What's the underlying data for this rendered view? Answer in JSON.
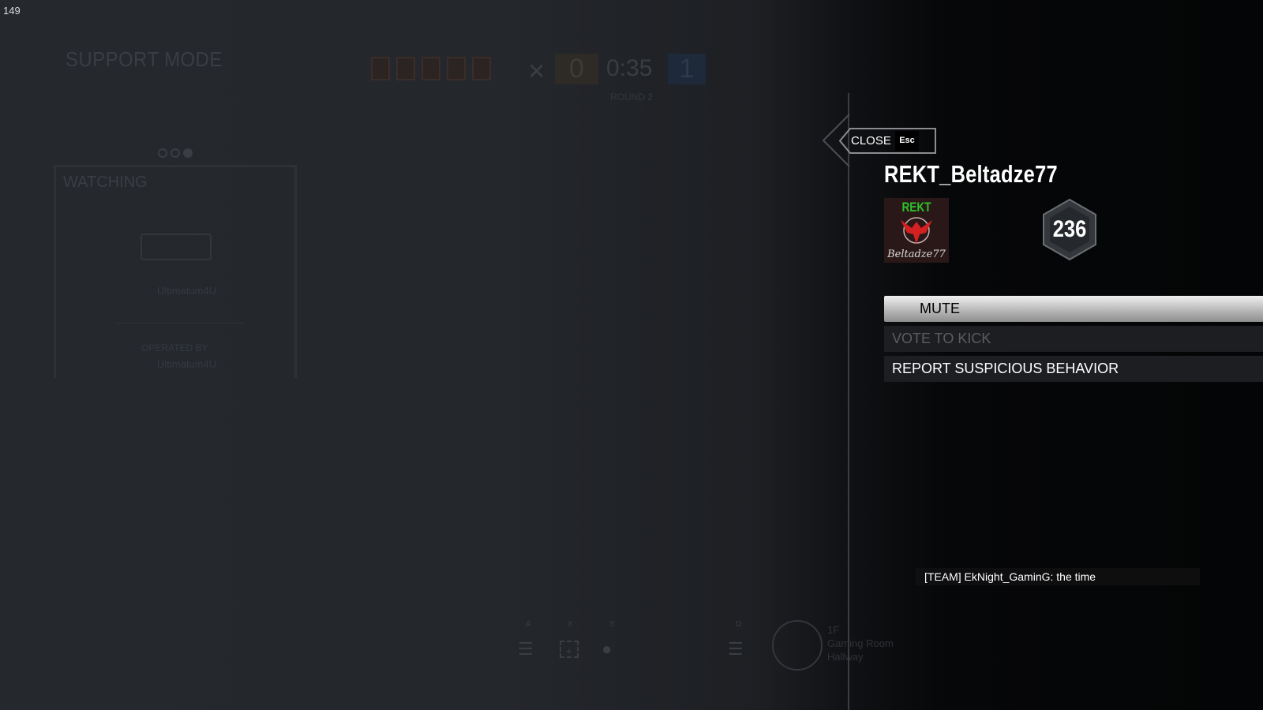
{
  "hud": {
    "fps": "149",
    "mode_title": "SUPPORT MODE",
    "score_left": "0",
    "score_right": "1",
    "timer": "0:35",
    "round": "ROUND 2",
    "watching_title": "WATCHING",
    "watching_player": "Ultimatum4U",
    "operated_by_label": "OPERATED BY",
    "operated_by_player": "Ultimatum4U",
    "keys": [
      "A",
      "X",
      "S",
      "D"
    ],
    "location": [
      "1F",
      "Gaming Room",
      "Hallway"
    ]
  },
  "panel": {
    "close_label": "CLOSE",
    "close_key": "Esc",
    "player_name": "REKT_Beltadze77",
    "avatar_text_top": "REKT",
    "avatar_text_bottom": "Beltadze77",
    "level": "236",
    "actions": [
      {
        "label": "MUTE",
        "state": "selected"
      },
      {
        "label": "VOTE TO KICK",
        "state": "disabled"
      },
      {
        "label": "REPORT SUSPICIOUS BEHAVIOR",
        "state": "enabled"
      }
    ]
  },
  "chat": {
    "message": "[TEAM] EkNight_GaminG: the time"
  },
  "colors": {
    "avatar_green": "#2bc42b",
    "avatar_red": "#d42020",
    "orange_team": "#3e3a36",
    "blue_team": "#1e2a3a"
  }
}
